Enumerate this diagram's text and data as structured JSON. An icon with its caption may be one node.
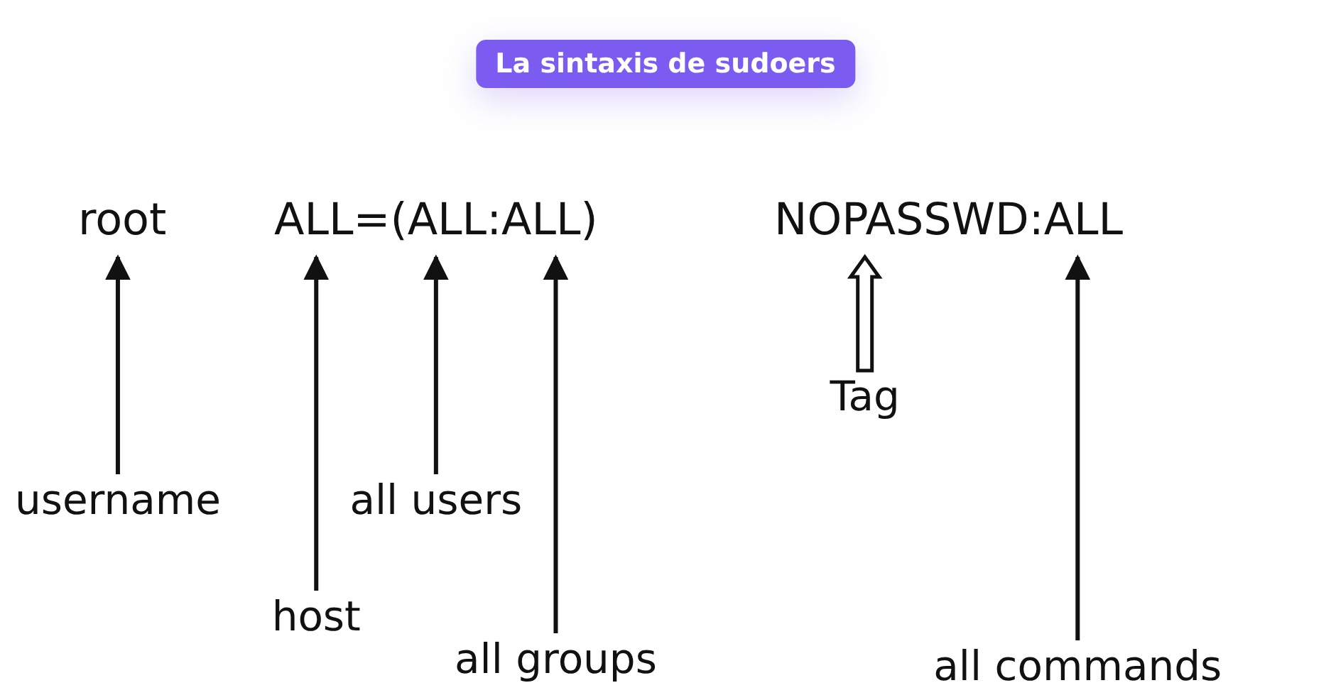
{
  "diagram": {
    "title": "La sintaxis de sudoers",
    "nodes": [
      {
        "text": [
          "root"
        ]
      },
      {
        "text": [
          "ALL=(ALL:ALL)"
        ]
      },
      {
        "text": [
          "NOPASSWD:ALL"
        ]
      },
      {
        "text": [
          "username"
        ]
      },
      {
        "text": [
          "host"
        ]
      },
      {
        "text": [
          "all users"
        ]
      },
      {
        "text": [
          "all groups"
        ]
      },
      {
        "text": [
          "Tag"
        ]
      },
      {
        "text": [
          "all commands"
        ]
      }
    ],
    "edges": [
      {
        "from": 3,
        "to": 0,
        "arrow": "to"
      },
      {
        "from": 4,
        "to": 1,
        "arrow": "to"
      },
      {
        "from": 5,
        "to": 1,
        "arrow": "to"
      },
      {
        "from": 6,
        "to": 1,
        "arrow": "to"
      },
      {
        "from": 7,
        "to": 2,
        "arrow": "to",
        "style": "thick"
      },
      {
        "from": 8,
        "to": 2,
        "arrow": "to"
      }
    ]
  }
}
